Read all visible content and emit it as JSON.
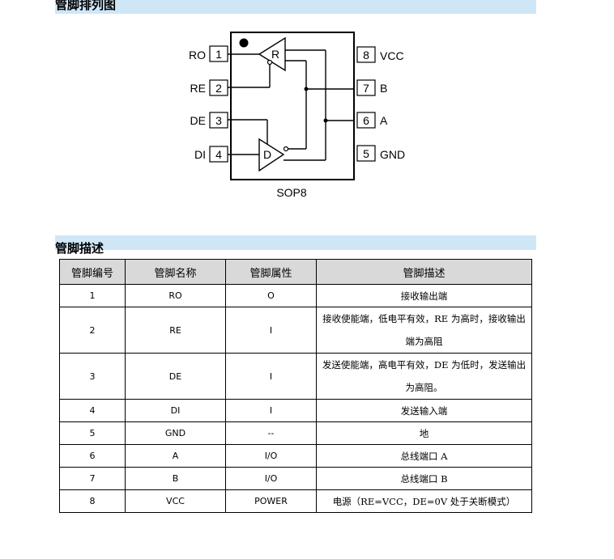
{
  "sections": {
    "arrangement_title": "管脚排列图",
    "description_title": "管脚描述"
  },
  "diagram": {
    "package_label": "SOP8",
    "pins_left": [
      {
        "name": "RO",
        "num": "1"
      },
      {
        "name": "RE",
        "num": "2"
      },
      {
        "name": "DE",
        "num": "3"
      },
      {
        "name": "DI",
        "num": "4"
      }
    ],
    "pins_right": [
      {
        "name": "VCC",
        "num": "8"
      },
      {
        "name": "B",
        "num": "7"
      },
      {
        "name": "A",
        "num": "6"
      },
      {
        "name": "GND",
        "num": "5"
      }
    ],
    "receiver_label": "R",
    "driver_label": "D"
  },
  "table": {
    "headers": [
      "管脚编号",
      "管脚名称",
      "管脚属性",
      "管脚描述"
    ],
    "rows": [
      {
        "num": "1",
        "name": "RO",
        "attr": "O",
        "desc": "接收输出端"
      },
      {
        "num": "2",
        "name": "RE",
        "attr": "I",
        "desc": "接收使能端，低电平有效，RE 为高时，接收输出端为高阻"
      },
      {
        "num": "3",
        "name": "DE",
        "attr": "I",
        "desc": "发送使能端，高电平有效，DE 为低时，发送输出为高阻。"
      },
      {
        "num": "4",
        "name": "DI",
        "attr": "I",
        "desc": "发送输入端"
      },
      {
        "num": "5",
        "name": "GND",
        "attr": "--",
        "desc": "地"
      },
      {
        "num": "6",
        "name": "A",
        "attr": "I/O",
        "desc": "总线端口 A"
      },
      {
        "num": "7",
        "name": "B",
        "attr": "I/O",
        "desc": "总线端口 B"
      },
      {
        "num": "8",
        "name": "VCC",
        "attr": "POWER",
        "desc": "电源（RE=VCC，DE=0V 处于关断模式）"
      }
    ]
  }
}
